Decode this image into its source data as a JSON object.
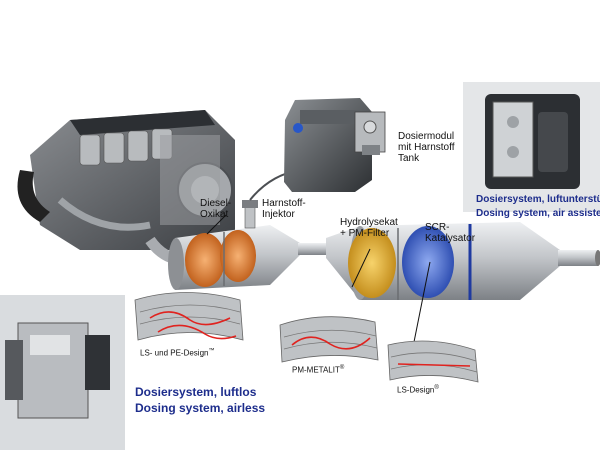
{
  "labels": {
    "diesel_oxikat": "Diesel-\nOxikat",
    "harnstoff_injektor": "Harnstoff-\nInjektor",
    "dosiermodul": "Dosiermodul\nmit Harnstoff\nTank",
    "hydrolysekat": "Hydrolysekat\n+ PM-Filter",
    "scr_katalysator": "SCR-\nKatalysator",
    "ls_pe_design": "LS- und PE-Design",
    "ls_pe_design_tm": "™",
    "pm_metalit": "PM-METALIT",
    "pm_metalit_reg": "®",
    "ls_design": "LS-Design",
    "ls_design_reg": "®"
  },
  "captions": {
    "air_assisted_de": "Dosiersystem, luftunterstütztes",
    "air_assisted_en": "Dosing system, air assisted",
    "airless_de": "Dosiersystem, luftlos",
    "airless_en": "Dosing system, airless"
  },
  "colors": {
    "caption_blue": "#1d2d8c",
    "pipe_gray": "#b9bcc0",
    "oxikat_orange": "#e58a3c",
    "filter_yellow": "#e7b53b",
    "scr_blue": "#4a6fd0",
    "flow_red": "#e0231f"
  }
}
